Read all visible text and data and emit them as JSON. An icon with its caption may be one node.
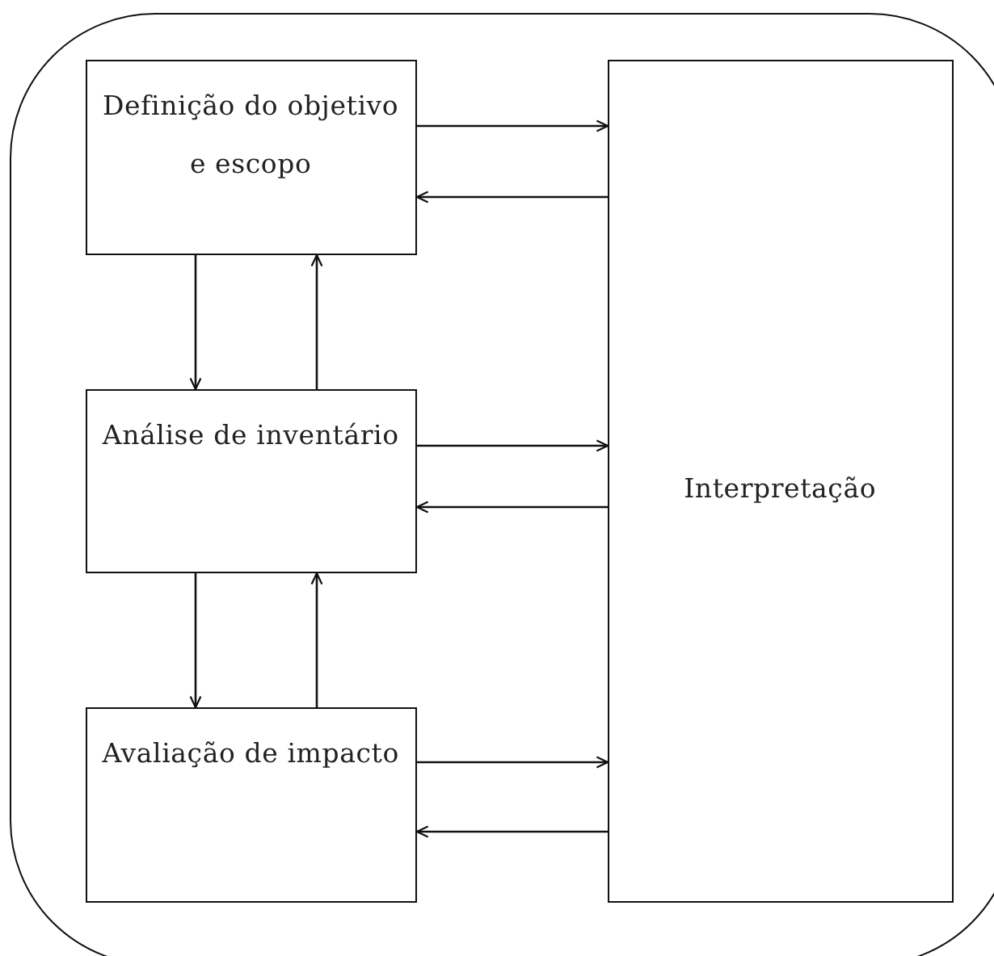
{
  "diagram": {
    "nodes": [
      {
        "text": [],
        "shape": "box"
      },
      {
        "text": [
          "Definição do objetivo e escopo"
        ],
        "in": 0
      },
      {
        "text": [
          "Análise de inventário"
        ],
        "in": 0
      },
      {
        "text": [
          "Avaliação de impacto"
        ],
        "in": 0
      },
      {
        "text": [
          "Interpretação"
        ],
        "in": 0
      }
    ],
    "edges": [
      {
        "from": 1,
        "to": 4,
        "arrow": "to"
      },
      {
        "from": 4,
        "to": 1,
        "arrow": "to"
      },
      {
        "from": 1,
        "to": 2,
        "arrow": "to"
      },
      {
        "from": 2,
        "to": 1,
        "arrow": "to"
      },
      {
        "from": 2,
        "to": 4,
        "arrow": "to"
      },
      {
        "from": 4,
        "to": 2,
        "arrow": "to"
      },
      {
        "from": 2,
        "to": 3,
        "arrow": "to"
      },
      {
        "from": 3,
        "to": 2,
        "arrow": "to"
      },
      {
        "from": 3,
        "to": 4,
        "arrow": "to"
      },
      {
        "from": 4,
        "to": 3,
        "arrow": "to"
      }
    ]
  }
}
